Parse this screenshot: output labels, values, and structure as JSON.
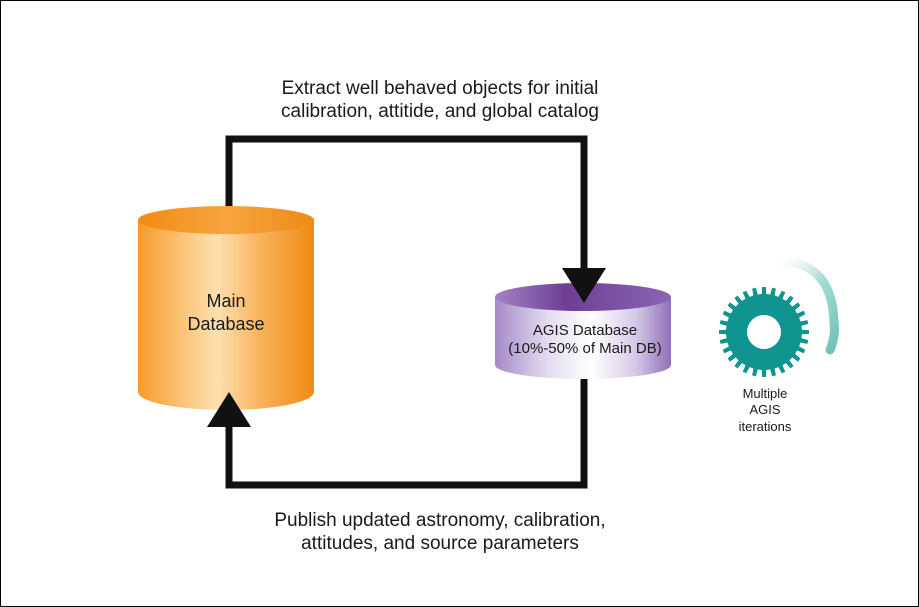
{
  "top_caption": {
    "line1": "Extract well behaved objects for initial",
    "line2": "calibration, attitide, and global catalog"
  },
  "bottom_caption": {
    "line1": "Publish updated astronomy, calibration,",
    "line2": "attitudes, and source parameters"
  },
  "main_database": {
    "line1": "Main",
    "line2": "Database",
    "color": "#f7941d"
  },
  "agis_database": {
    "line1": "AGIS Database",
    "line2": "(10%-50% of Main DB)",
    "color": "#9b7fc0"
  },
  "iterations": {
    "line1": "Multiple",
    "line2": "AGIS",
    "line3": "iterations",
    "gear_color": "#0f9490",
    "arc_color": "#a8dcd6"
  },
  "icons": [
    "main-database-cylinder",
    "agis-database-cylinder",
    "gear-icon",
    "rotation-arc-icon",
    "arrow-down-icon",
    "arrow-up-icon"
  ]
}
